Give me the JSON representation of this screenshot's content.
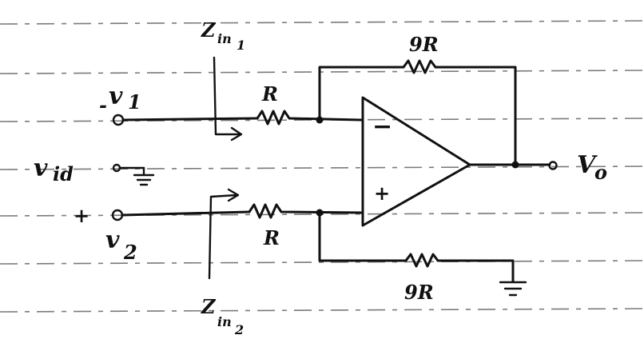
{
  "labels": {
    "zin1_main": "Z",
    "zin1_sub": "in",
    "zin1_idx": "1",
    "zin2_main": "Z",
    "zin2_sub": "in",
    "zin2_idx": "2",
    "r_top": "R",
    "r_bottom": "R",
    "feedback_resistor": "9R",
    "ground_resistor": "9R",
    "v1_main": "v",
    "v1_idx": "1",
    "v1_sign": "-",
    "v2_main": "v",
    "v2_idx": "2",
    "v2_sign": "+",
    "vid_main": "v",
    "vid_sub": "id",
    "vo_main": "V",
    "vo_idx": "o",
    "opamp_minus": "−",
    "opamp_plus": "+"
  }
}
